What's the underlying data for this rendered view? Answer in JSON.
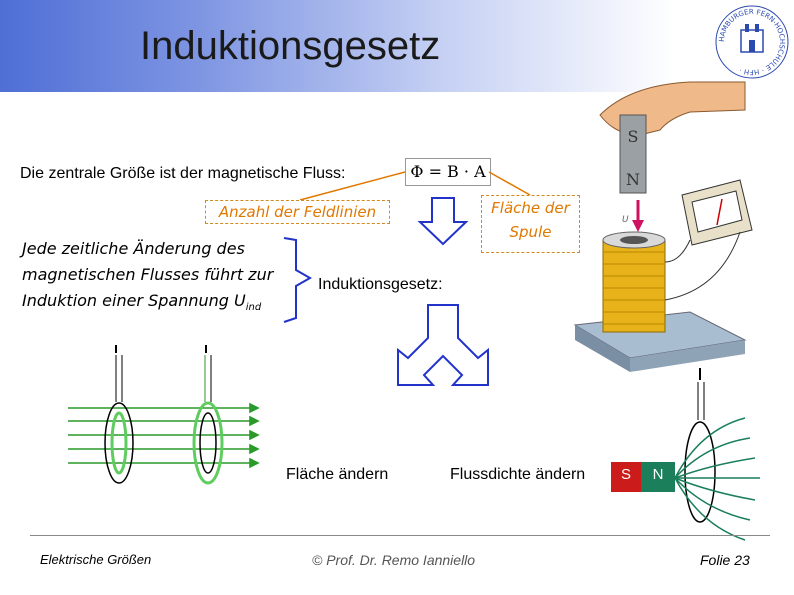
{
  "slide": {
    "title": "Induktionsgesetz",
    "intro": "Die zentrale Größe ist der magnetische Fluss:",
    "formula": "Φ = B · A",
    "label_feldlinien": "Anzahl der Feldlinien",
    "label_flaeche": "Fläche der Spule",
    "change_text": "Jede zeitliche Änderung des magnetischen Flusses führt zur Induktion einer Spannung U",
    "change_subscript": "ind",
    "induktionsgesetz_label": "Induktionsgesetz:",
    "flaeche_aendern": "Fläche ändern",
    "flussdichte_aendern": "Flussdichte ändern",
    "magnet_s": "S",
    "magnet_n": "N",
    "bar_magnet_s": "S",
    "bar_magnet_n": "N",
    "meter_u": "U"
  },
  "logo": {
    "text": "HAMBURGER FERN-HOCHSCHULE · HFH ·"
  },
  "footer": {
    "left": "Elektrische Größen",
    "center": "© Prof. Dr. Remo Ianniello",
    "right": "Folie 23"
  },
  "colors": {
    "accent_orange": "#e07800",
    "field_green": "#2a9a2a",
    "arrow_blue": "#2233cc",
    "coil_gold": "#e7b21a"
  }
}
